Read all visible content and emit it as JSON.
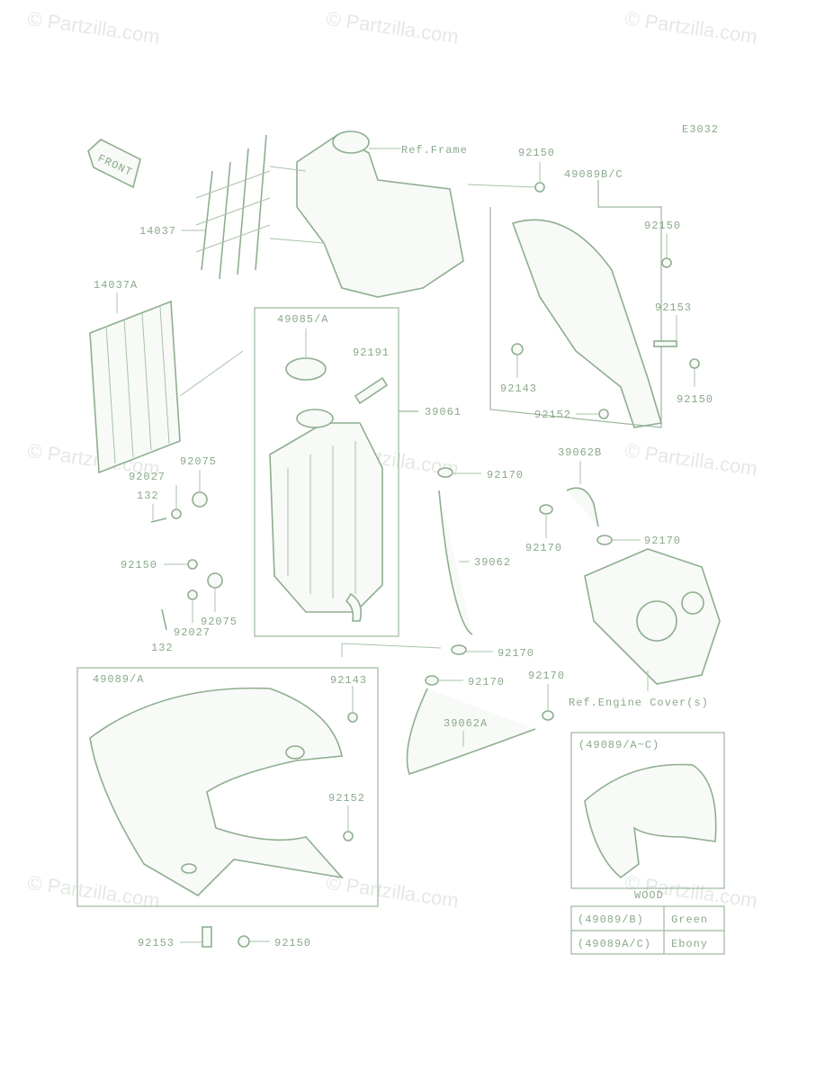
{
  "diagram_code": "E3032",
  "front_label": "FRONT",
  "watermark": "© Partzilla.com",
  "refs": {
    "frame": "Ref.Frame",
    "engine_cover": "Ref.Engine Cover(s)"
  },
  "part_labels": {
    "p14037": "14037",
    "p14037A": "14037A",
    "p49085A": "49085/A",
    "p92191": "92191",
    "p39061": "39061",
    "p92075a": "92075",
    "p92027a": "92027",
    "p132a": "132",
    "p92150_left": "92150",
    "p92075b": "92075",
    "p92027b": "92027",
    "p132b": "132",
    "p92150_top": "92150",
    "p49089BC": "49089B/C",
    "p92150_r1": "92150",
    "p92153_r": "92153",
    "p92143_r": "92143",
    "p92152_r": "92152",
    "p92150_r2": "92150",
    "p92170_a": "92170",
    "p39062B": "39062B",
    "p92170_b": "92170",
    "p92170_c": "92170",
    "p39062": "39062",
    "p92170_d": "92170",
    "p92170_e": "92170",
    "p92170_f": "92170",
    "p39062A": "39062A",
    "p49089A": "49089/A",
    "p92143_b": "92143",
    "p92152_b": "92152",
    "p92153_b": "92153",
    "p92150_b": "92150"
  },
  "inset": {
    "title": "(49089/A~C)",
    "caption": "WOOD"
  },
  "color_table": [
    {
      "code": "(49089/B)",
      "color": "Green"
    },
    {
      "code": "(49089A/C)",
      "color": "Ebony"
    }
  ]
}
